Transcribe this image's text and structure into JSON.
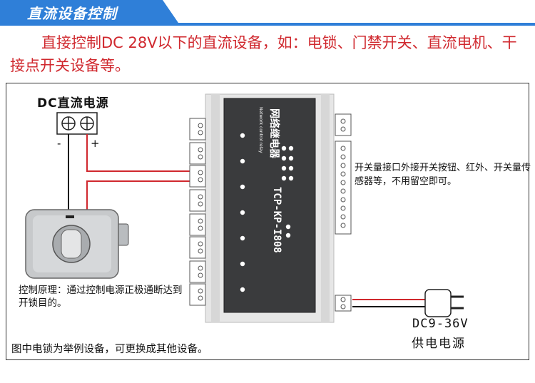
{
  "header": {
    "title": "直流设备控制",
    "accent_color": "#2f7fd8"
  },
  "intro": {
    "text": "直接控制DC 28V以下的直流设备，如：电锁、门禁开关、直流电机、干接点开关设备等。",
    "color": "#d0282e"
  },
  "diagram": {
    "dc_source_label": "DC直流电源",
    "minus_label": "-",
    "plus_label": "+",
    "principle_text": "控制原理：通过控制电源正极通断达到开锁目的。",
    "note_text": "图中电锁为举例设备，可更换成其他设备。",
    "input_text": "开关量接口外接开关按钮、红外、开关量传感器等，不用留空即可。",
    "power_voltage": "DC9-36V",
    "power_label": "供电电源",
    "relay": {
      "name": "网络继电器",
      "model": "TCP-KP-I808",
      "subtitle": "Network control relay"
    },
    "wire_color_live": "#d0282e",
    "wire_color_neutral": "#111111"
  }
}
